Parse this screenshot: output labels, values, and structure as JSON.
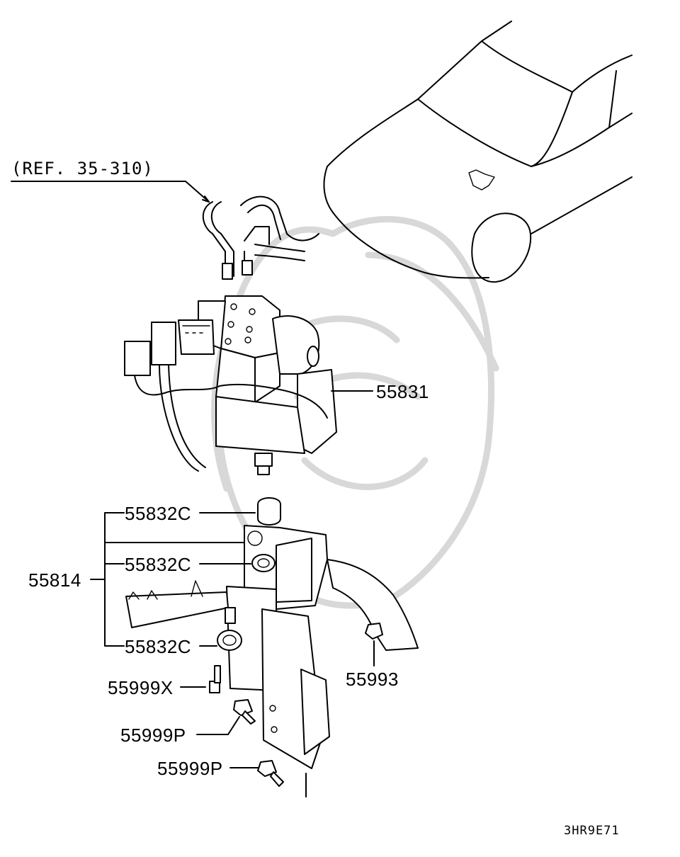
{
  "diagram": {
    "reference": "(REF. 35-310)",
    "diagram_code": "3HR9E71",
    "parts": [
      {
        "number": "55831"
      },
      {
        "number": "55832C"
      },
      {
        "number": "55832C"
      },
      {
        "number": "55832C"
      },
      {
        "number": "55814"
      },
      {
        "number": "55993"
      },
      {
        "number": "55999X"
      },
      {
        "number": "55999P"
      },
      {
        "number": "55999P"
      }
    ]
  }
}
